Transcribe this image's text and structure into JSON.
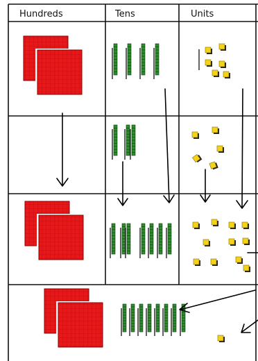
{
  "table": {
    "headers": [
      "Hundreds",
      "Tens",
      "Units"
    ]
  },
  "rows": [
    {
      "id": "row-1",
      "hundreds": 2,
      "tens": 4,
      "units": 6
    },
    {
      "id": "row-2",
      "hundreds": 0,
      "tens": 3,
      "units": 5
    },
    {
      "id": "row-3",
      "hundreds": 2,
      "tens": 7,
      "units": 11
    },
    {
      "id": "row-4-result",
      "hundreds": 2,
      "tens": 8,
      "units": 1
    }
  ],
  "colors": {
    "hundreds_block": "#e8171a",
    "tens_rod": "#2e8b2e",
    "unit_cube": "#f2d21a",
    "lines": "#111111",
    "background": "#ffffff"
  }
}
